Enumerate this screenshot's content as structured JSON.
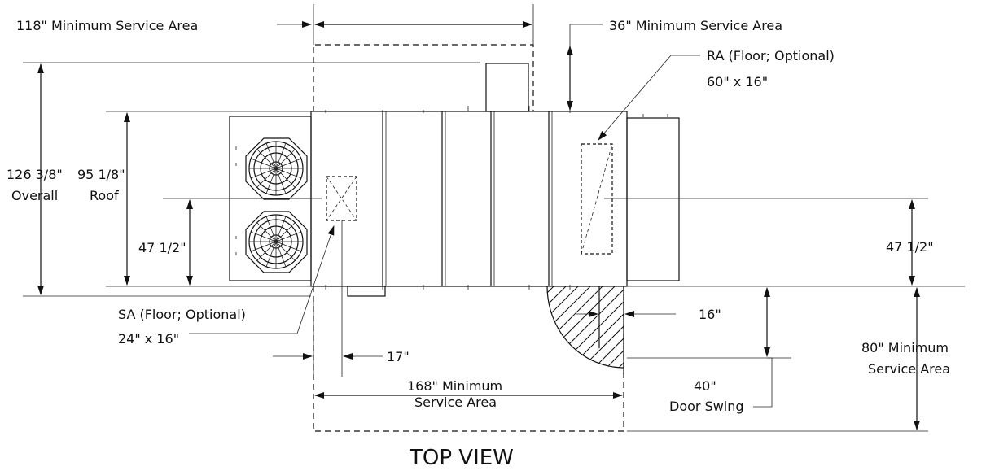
{
  "title": "TOP VIEW",
  "labels": {
    "service_118": "118\" Minimum Service Area",
    "service_36": "36\" Minimum Service Area",
    "ra_line1": "RA (Floor; Optional)",
    "ra_line2": "60\" x 16\"",
    "overall_dim": "126 3/8\"",
    "overall_word": "Overall",
    "roof_dim": "95 1/8\"",
    "roof_word": "Roof",
    "left_47": "47 1/2\"",
    "right_47": "47 1/2\"",
    "sa_line1": "SA (Floor; Optional)",
    "sa_line2": "24\" x 16\"",
    "dim_17": "17\"",
    "dim_16": "16\"",
    "service_168_line1": "168\" Minimum",
    "service_168_line2": "Service Area",
    "door_40": "40\"",
    "door_word": "Door Swing",
    "service_80_line1": "80\" Minimum",
    "service_80_line2": "Service Area"
  },
  "colors": {
    "line": "#111111",
    "background": "#ffffff"
  }
}
